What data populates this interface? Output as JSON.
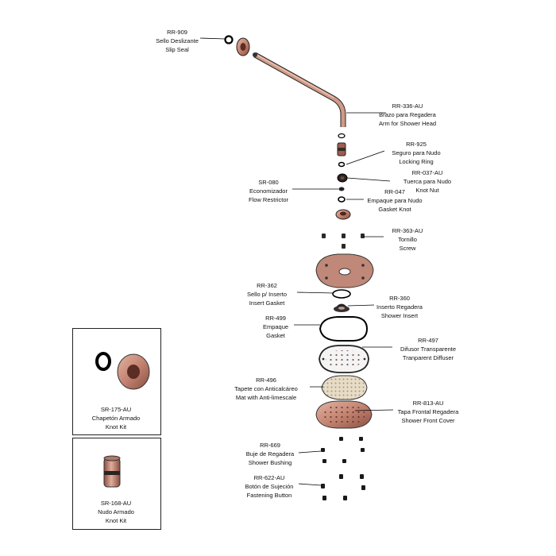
{
  "colors": {
    "copper": "#c89080",
    "copper_dark": "#8a4a3a",
    "line": "#000000",
    "cream": "#e7dcc6"
  },
  "parts": [
    {
      "id": "rr-909",
      "code": "RR-909",
      "es": "Sello Deslizante",
      "en": "Slip Seal"
    },
    {
      "id": "rr-336",
      "code": "RR-336-AU",
      "es": "Brazo para Regadera",
      "en": "Arm for Shower Head"
    },
    {
      "id": "rr-925",
      "code": "RR-925",
      "es": "Seguro para Nudo",
      "en": "Locking Ring"
    },
    {
      "id": "rr-037",
      "code": "RR-037-AU",
      "es": "Tuerca para Nudo",
      "en": "Knot Nut"
    },
    {
      "id": "sr-080",
      "code": "SR-080",
      "es": "Economizador",
      "en": "Flow Restrictor"
    },
    {
      "id": "rr-047",
      "code": "RR-047",
      "es": "Empaque para Nudo",
      "en": "Gasket Knot"
    },
    {
      "id": "rr-363",
      "code": "RR-363-AU",
      "es": "Tornillo",
      "en": "Screw"
    },
    {
      "id": "rr-362",
      "code": "RR-362",
      "es": "Sello p/ Inserto",
      "en": "Insert Gasket"
    },
    {
      "id": "rr-360",
      "code": "RR-360",
      "es": "Inserto Regadera",
      "en": "Shower Insert"
    },
    {
      "id": "rr-499",
      "code": "RR-499",
      "es": "Empaque",
      "en": "Gasket"
    },
    {
      "id": "rr-497",
      "code": "RR-497",
      "es": "Difusor Transparente",
      "en": "Tranparent Diffuser"
    },
    {
      "id": "rr-496",
      "code": "RR-496",
      "es": "Tapete con Anticalcáreo",
      "en": "Mat with Anti-limescale"
    },
    {
      "id": "rr-813",
      "code": "RR-813-AU",
      "es": "Tapa Frontal Regadera",
      "en": "Shower Front Cover"
    },
    {
      "id": "rr-669",
      "code": "RR-669",
      "es": "Buje de Regadera",
      "en": "Shower Bushing"
    },
    {
      "id": "rr-622",
      "code": "RR-622-AU",
      "es": "Botón de Sujeción",
      "en": "Fastening Button"
    },
    {
      "id": "sr-175",
      "code": "SR-175-AU",
      "es": "Chapetón Armado",
      "en": "Knot Kit"
    },
    {
      "id": "sr-168",
      "code": "SR-168-AU",
      "es": "Nudo Armado",
      "en": "Knot Kit"
    }
  ]
}
